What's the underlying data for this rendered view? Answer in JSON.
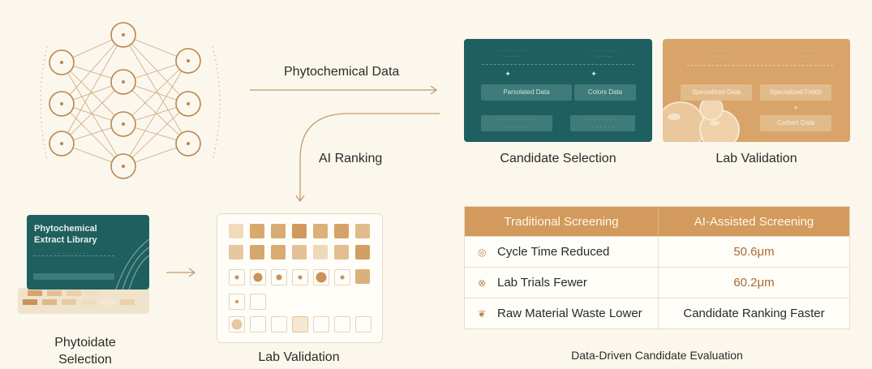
{
  "labels": {
    "phytochemical_data": "Phytochemical Data",
    "ai_ranking": "AI Ranking",
    "candidate_selection": "Candidate Selection",
    "lab_validation_top": "Lab Validation",
    "lab_validation_bottom": "Lab Validation",
    "phytoidate_line1": "Phytoidate",
    "phytoidate_line2": "Selection",
    "evaluation_caption": "Data-Driven Candidate Evaluation"
  },
  "library_card": {
    "title_line1": "Phytochemical",
    "title_line2": "Extract Library"
  },
  "teal_panel": {
    "box1": "Parsolated Data",
    "box2": "Colors Data"
  },
  "tan_panel": {
    "box1": "Specialized Data",
    "box2": "Specialized Fields",
    "box3": "Cerbert Data"
  },
  "comparison": {
    "headers": [
      "Traditional Screening",
      "AI-Assisted Screening"
    ],
    "rows": [
      {
        "icon": "clock-icon",
        "metric": "Cycle Time Reduced",
        "value": "50.6μm"
      },
      {
        "icon": "flask-icon",
        "metric": "Lab Trials Fewer",
        "value": "60.2μm"
      },
      {
        "icon": "leaf-icon",
        "metric": "Raw Material Waste Lower",
        "value": "Candidate Ranking Faster"
      }
    ]
  },
  "colors": {
    "teal": "#1f5f60",
    "tan": "#d8a46a",
    "accent": "#d29a5c"
  }
}
